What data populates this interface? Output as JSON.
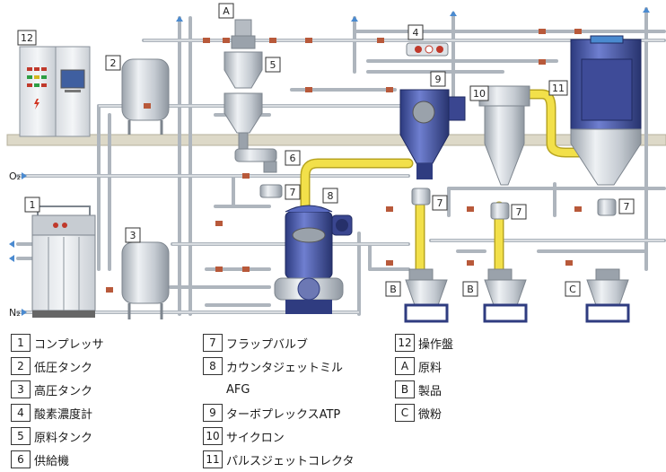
{
  "diagram": {
    "callouts": [
      {
        "id": "c12",
        "text": "12"
      },
      {
        "id": "c2",
        "text": "2"
      },
      {
        "id": "cA",
        "text": "A"
      },
      {
        "id": "c5",
        "text": "5"
      },
      {
        "id": "c4",
        "text": "4"
      },
      {
        "id": "c9",
        "text": "9"
      },
      {
        "id": "c10",
        "text": "10"
      },
      {
        "id": "c11",
        "text": "11"
      },
      {
        "id": "c6",
        "text": "6"
      },
      {
        "id": "c7a",
        "text": "7"
      },
      {
        "id": "c8",
        "text": "8"
      },
      {
        "id": "c1",
        "text": "1"
      },
      {
        "id": "c3",
        "text": "3"
      },
      {
        "id": "c7b",
        "text": "7"
      },
      {
        "id": "c7c",
        "text": "7"
      },
      {
        "id": "c7d",
        "text": "7"
      },
      {
        "id": "cB1",
        "text": "B"
      },
      {
        "id": "cB2",
        "text": "B"
      },
      {
        "id": "cC",
        "text": "C"
      }
    ],
    "gas_labels": {
      "oxygen": "O₂",
      "nitrogen": "N₂"
    }
  },
  "legend": {
    "col1": [
      {
        "key": "1",
        "label": "コンプレッサ"
      },
      {
        "key": "2",
        "label": "低圧タンク"
      },
      {
        "key": "3",
        "label": "高圧タンク"
      },
      {
        "key": "4",
        "label": "酸素濃度計"
      },
      {
        "key": "5",
        "label": "原料タンク"
      },
      {
        "key": "6",
        "label": "供給機"
      }
    ],
    "col2": [
      {
        "key": "7",
        "label": "フラップバルブ"
      },
      {
        "key": "8",
        "label": "カウンタジェットミル"
      },
      {
        "key": "9",
        "label": "ターボプレックスATP"
      },
      {
        "key": "10",
        "label": "サイクロン"
      },
      {
        "key": "11",
        "label": "パルスジェットコレクタ"
      }
    ],
    "col2_cont": "AFG",
    "col3": [
      {
        "key": "12",
        "label": "操作盤"
      },
      {
        "key": "A",
        "label": "原料"
      },
      {
        "key": "B",
        "label": "製品"
      },
      {
        "key": "C",
        "label": "微粉"
      }
    ]
  },
  "colors": {
    "pipe": "#bfc5cc",
    "pipe_edge": "#8a929b",
    "yellow": "#f2e04a",
    "yellow_edge": "#b8a520",
    "blue": "#4a5aa8",
    "blue_dark": "#2f3c80",
    "steel": "#cfd4da",
    "floor": "#ddd9c8",
    "valve": "#b8593a",
    "arrow": "#4a8ad0"
  }
}
